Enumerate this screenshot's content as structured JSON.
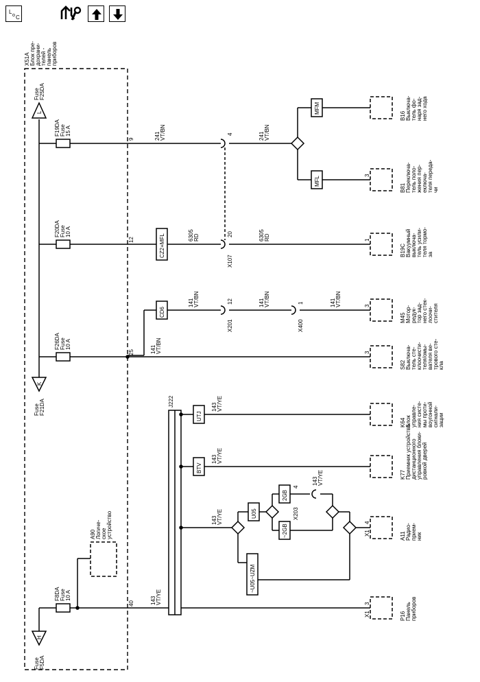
{
  "toolbar": {
    "buttons": [
      {
        "name": "legend-button",
        "icon": "legend-icon"
      },
      {
        "name": "harness-routing-button",
        "icon": "routing-wrench-icon"
      },
      {
        "name": "page-up-button",
        "icon": "arrow-up-icon"
      },
      {
        "name": "page-down-button",
        "icon": "arrow-down-icon"
      }
    ],
    "legend_glyph": "L",
    "legend_sub_glyph": "o",
    "legend_c_glyph": "C"
  },
  "module": {
    "id": "X51A",
    "name_lines": [
      "Блок пре-",
      "дохрани-",
      "телей -",
      "панель",
      "приборов"
    ]
  },
  "fuse_refs": [
    {
      "id": "fuse-ref-L",
      "letter": "L",
      "lines": [
        "Fuse",
        "F25DA"
      ]
    },
    {
      "id": "fuse-ref-K",
      "letter": "K",
      "lines": [
        "Fuse",
        "F21DA"
      ]
    },
    {
      "id": "fuse-ref-H",
      "letter": "H",
      "lines": [
        "Fuse",
        "F5DA"
      ]
    }
  ],
  "fuses": [
    {
      "id": "fuse-f19da",
      "lines": [
        "F19DA",
        "Fuse",
        "15 A"
      ],
      "pin": "9"
    },
    {
      "id": "fuse-f20da",
      "lines": [
        "F20DA",
        "Fuse",
        "10 A"
      ],
      "pin": "12"
    },
    {
      "id": "fuse-f26da",
      "lines": [
        "F26DA",
        "Fuse",
        "10 A"
      ],
      "pin": "25"
    },
    {
      "id": "fuse-f8da",
      "lines": [
        "F8DA",
        "Fuse",
        "10 A"
      ],
      "pin": "40"
    }
  ],
  "logic_device": {
    "id": "A90",
    "lines": [
      "A90",
      "Логиче-",
      "ское",
      "устройство"
    ]
  },
  "splice": "J222",
  "connectors": {
    "x107": {
      "label": "X107",
      "pin_top": "4",
      "pin_bottom": "20"
    },
    "x201": {
      "label": "X201",
      "pin": "12"
    },
    "x400": {
      "label": "X400",
      "pin": "1"
    },
    "x203": {
      "label": "X203",
      "pin": "4"
    },
    "x1_a11": {
      "label": "X1",
      "pin": "4"
    },
    "x1_p16": {
      "label": "X1",
      "pin": "3"
    }
  },
  "options": [
    "MFM",
    "MFL",
    "CZ2+MFL",
    "CD6",
    "UTJ",
    "BTV",
    "U05",
    "2GB",
    "~2GB",
    "~U05~UZM"
  ],
  "wires": [
    {
      "id": "wire-241-left",
      "circuit": "241",
      "color": "VT/BN"
    },
    {
      "id": "wire-241-right",
      "circuit": "241",
      "color": "VT/BN"
    },
    {
      "id": "wire-6305-left",
      "circuit": "6305",
      "color": "RD"
    },
    {
      "id": "wire-6305-right",
      "circuit": "6305",
      "color": "RD"
    },
    {
      "id": "wire-141-a",
      "circuit": "141",
      "color": "VT/BN"
    },
    {
      "id": "wire-141-b",
      "circuit": "141",
      "color": "VT/BN"
    },
    {
      "id": "wire-141-c",
      "circuit": "141",
      "color": "VT/BN"
    },
    {
      "id": "wire-141-s82",
      "circuit": "141",
      "color": "VT/BN"
    },
    {
      "id": "wire-143-k64",
      "circuit": "143",
      "color": "VT/YE"
    },
    {
      "id": "wire-143-k77",
      "circuit": "143",
      "color": "VT/YE"
    },
    {
      "id": "wire-143-a11",
      "circuit": "143",
      "color": "VT/YE"
    },
    {
      "id": "wire-143-x203",
      "circuit": "143",
      "color": "VT/YE"
    },
    {
      "id": "wire-143-p16",
      "circuit": "143",
      "color": "VT/YE"
    }
  ],
  "components": [
    {
      "id": "B16",
      "pin": "",
      "lines": [
        "B16",
        "Выключа-",
        "тель фо-",
        "наря зад-",
        "него хода"
      ]
    },
    {
      "id": "B81",
      "pin": "3",
      "lines": [
        "B81",
        "Переключа-",
        "тель поло-",
        "жения пер-",
        "еключа-",
        "теля переда-",
        "чи"
      ]
    },
    {
      "id": "B19C",
      "pin": "1",
      "lines": [
        "B19C",
        "Вакуумный",
        "выключа-",
        "тель усили-",
        "теля тормо-",
        "за"
      ]
    },
    {
      "id": "M45",
      "pin": "3",
      "lines": [
        "M45",
        "Мотор-",
        "редук-",
        "тор зад-",
        "него стек-",
        "лоочи-",
        "стителя"
      ]
    },
    {
      "id": "S82",
      "pin": "3",
      "lines": [
        "S82",
        "Выключа-",
        "тель сте-",
        "клоочисти-",
        "теля/омы-",
        "вателя ве-",
        "трового сте-",
        "кла"
      ]
    },
    {
      "id": "K64",
      "pin": "",
      "lines": [
        "K64",
        "Блок",
        "управле-",
        "ния систе-",
        "мы проти-",
        "воугонной",
        "сигнали-",
        "зации"
      ]
    },
    {
      "id": "K77",
      "pin": "",
      "lines": [
        "K77",
        "Приемник устройства",
        "дистанционного",
        "управления блоки-",
        "ровкой дверей"
      ]
    },
    {
      "id": "A11",
      "pin": "",
      "lines": [
        "A11",
        "Радио-",
        "прием-",
        "ник"
      ]
    },
    {
      "id": "P16",
      "pin": "",
      "lines": [
        "P16",
        "Панель",
        "приборов"
      ]
    }
  ]
}
